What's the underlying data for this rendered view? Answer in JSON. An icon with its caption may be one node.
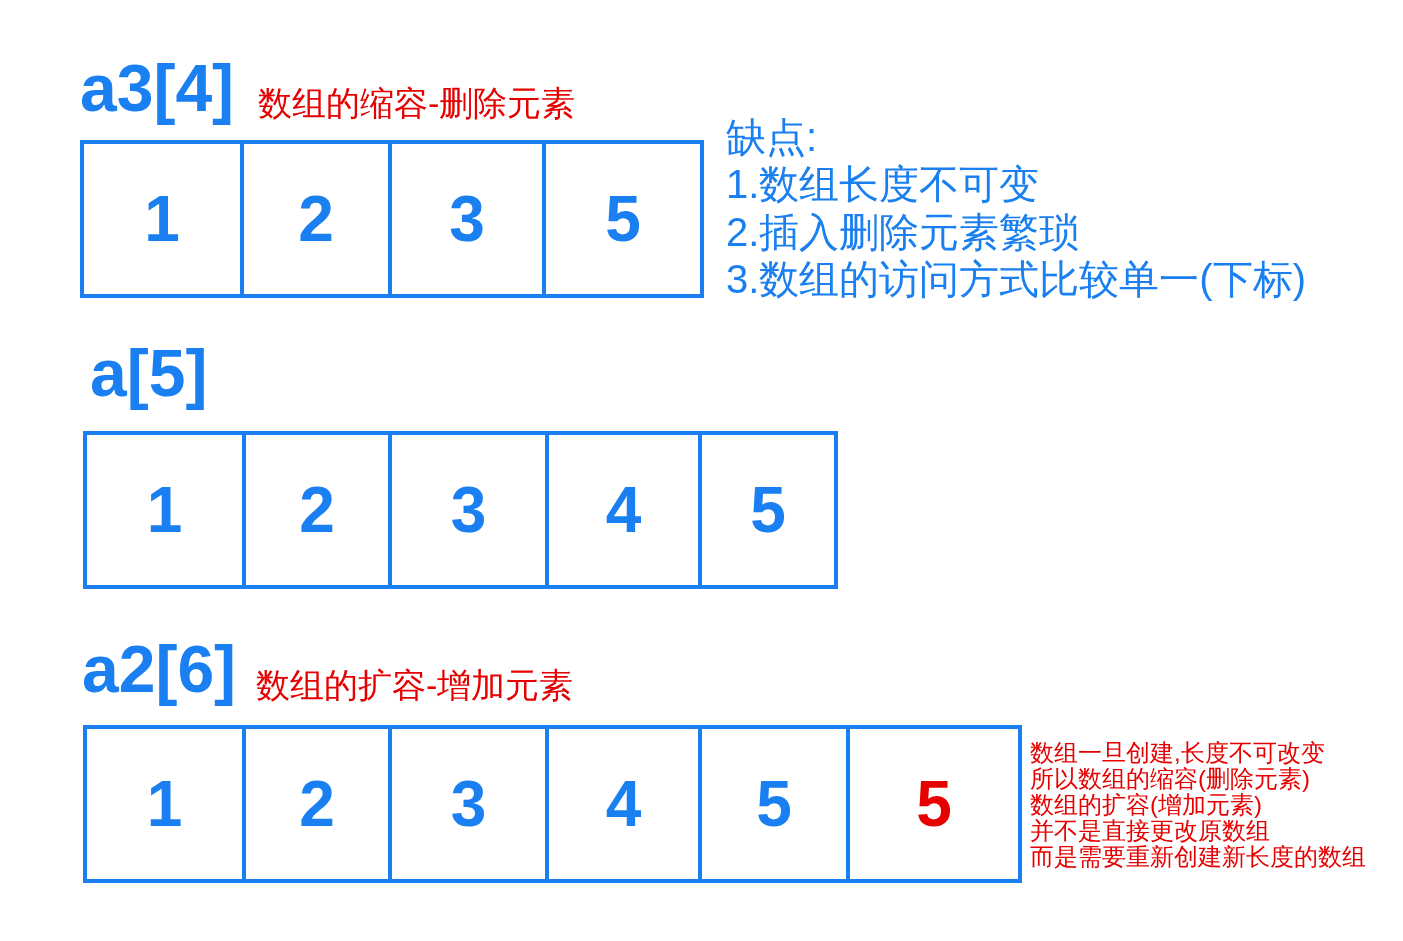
{
  "diagram": {
    "nodes": [
      {
        "text": [
          "1"
        ]
      },
      {
        "text": [
          "2"
        ]
      },
      {
        "text": [
          "3"
        ]
      },
      {
        "text": [
          "5"
        ]
      },
      {
        "text": [
          "1"
        ]
      },
      {
        "text": [
          "2"
        ]
      },
      {
        "text": [
          "3"
        ]
      },
      {
        "text": [
          "4"
        ]
      },
      {
        "text": [
          "5"
        ]
      },
      {
        "text": [
          "1"
        ]
      },
      {
        "text": [
          "2"
        ]
      },
      {
        "text": [
          "3"
        ]
      },
      {
        "text": [
          "4"
        ]
      },
      {
        "text": [
          "5"
        ]
      },
      {
        "text": [
          "5"
        ]
      }
    ],
    "labels": [
      "a3[4]",
      "数组的缩容-删除元素",
      "缺点:",
      "1.数组长度不可变",
      "2.插入删除元素繁琐",
      "3.数组的访问方式比较单一(下标)",
      "a[5]",
      "a2[6]",
      "数组的扩容-增加元素",
      "数组一旦创建,长度不可改变",
      "所以数组的缩容(删除元素)",
      "数组的扩容(增加元素)",
      "并不是直接更改原数组",
      "而是需要重新创建新长度的数组"
    ]
  }
}
